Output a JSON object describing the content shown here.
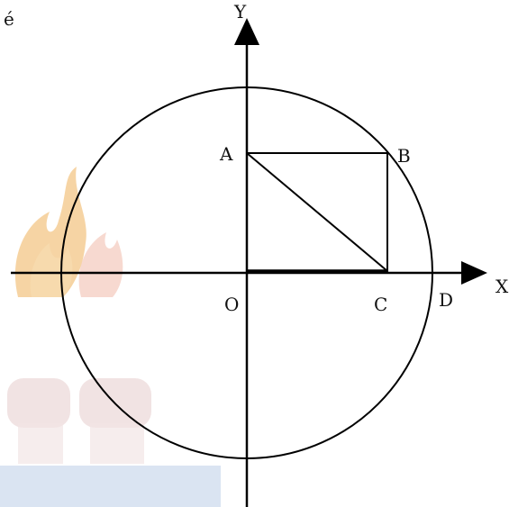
{
  "labels": {
    "corner_top_left": "é",
    "y_axis": "Y",
    "x_axis": "X",
    "point_A": "A",
    "point_B": "B",
    "point_O": "O",
    "point_C": "C",
    "point_D": "D"
  },
  "watermark": {
    "description_icon": "torch-emblem-icon",
    "colors": {
      "flame": "#f3c07a",
      "flame_inner": "#f6d7a6",
      "base": "#e8c8c8",
      "bar": "#c9d8ec"
    }
  },
  "colors": {
    "stroke": "#000000",
    "background": "#ffffff"
  }
}
